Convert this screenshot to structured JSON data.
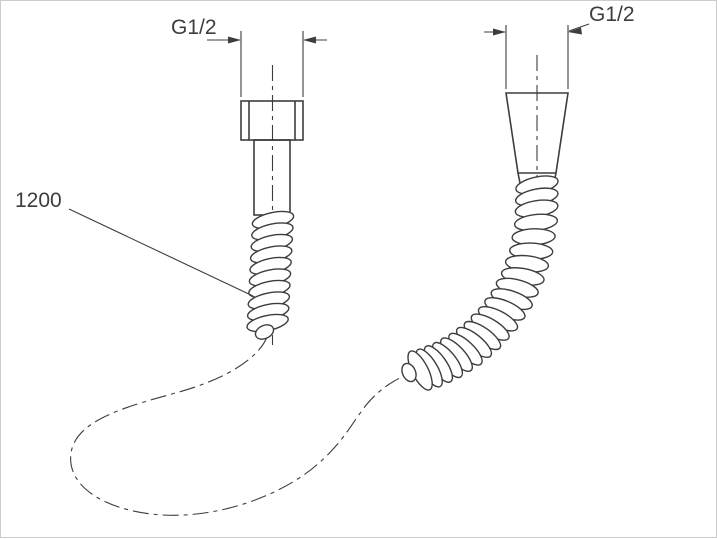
{
  "drawing": {
    "labels": {
      "left_thread": "G1/2",
      "right_thread": "G1/2",
      "hose_length": "1200"
    },
    "colors": {
      "line": "#3d3d3d",
      "background": "#ffffff",
      "border": "#cccccc"
    }
  }
}
